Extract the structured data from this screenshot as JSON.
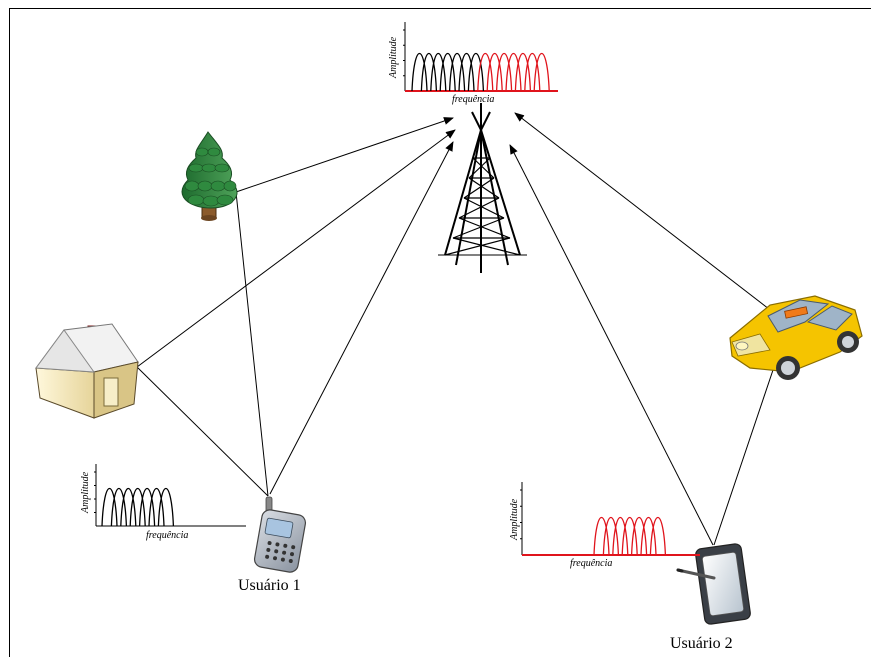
{
  "diagram": {
    "user1": {
      "label": "Usuário 1"
    },
    "user2": {
      "label": "Usuário 2"
    },
    "spectra": {
      "top": {
        "ylabel": "Amplitude",
        "xlabel": "frequência",
        "series": [
          {
            "color": "#000000",
            "count": 7
          },
          {
            "color": "#e0141c",
            "count": 7
          }
        ]
      },
      "user1": {
        "ylabel": "Amplitude",
        "xlabel": "frequência",
        "series": [
          {
            "color": "#000000",
            "count": 7
          }
        ]
      },
      "user2": {
        "ylabel": "Amplitude",
        "xlabel": "frequência",
        "series": [
          {
            "color": "#e0141c",
            "count": 7
          }
        ]
      }
    },
    "icons": [
      "tower-icon",
      "tree-icon",
      "house-icon",
      "taxi-icon",
      "cellphone-icon",
      "tablet-icon"
    ],
    "colors": {
      "line": "#000000",
      "red": "#e0141c",
      "tree": "#2e7d3a",
      "taxi": "#f5c400"
    }
  }
}
